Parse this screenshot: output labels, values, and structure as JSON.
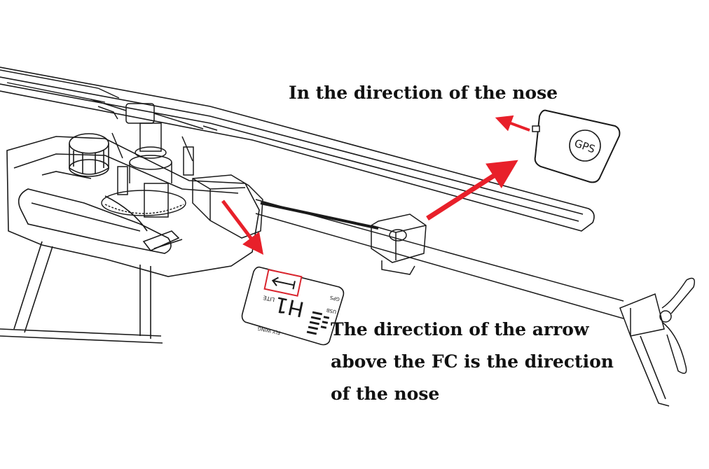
{
  "colors": {
    "arrow": "#e8202a",
    "line": "#1a1a1a",
    "highlight": "#d9262f",
    "background": "#ffffff"
  },
  "labels": {
    "top_caption": "In the direction of the nose",
    "bottom_caption_line1": "The direction of the arrow",
    "bottom_caption_line2": "above the FC is the direction",
    "bottom_caption_line3": "of the nose"
  },
  "gps_module": {
    "label": "GPS"
  },
  "flight_controller": {
    "model": "H1",
    "badge": "LITE",
    "port_label": "GPS",
    "usb_label": "USB",
    "brand": "FLY WING",
    "arrow_icon": "left-arrow-icon"
  }
}
